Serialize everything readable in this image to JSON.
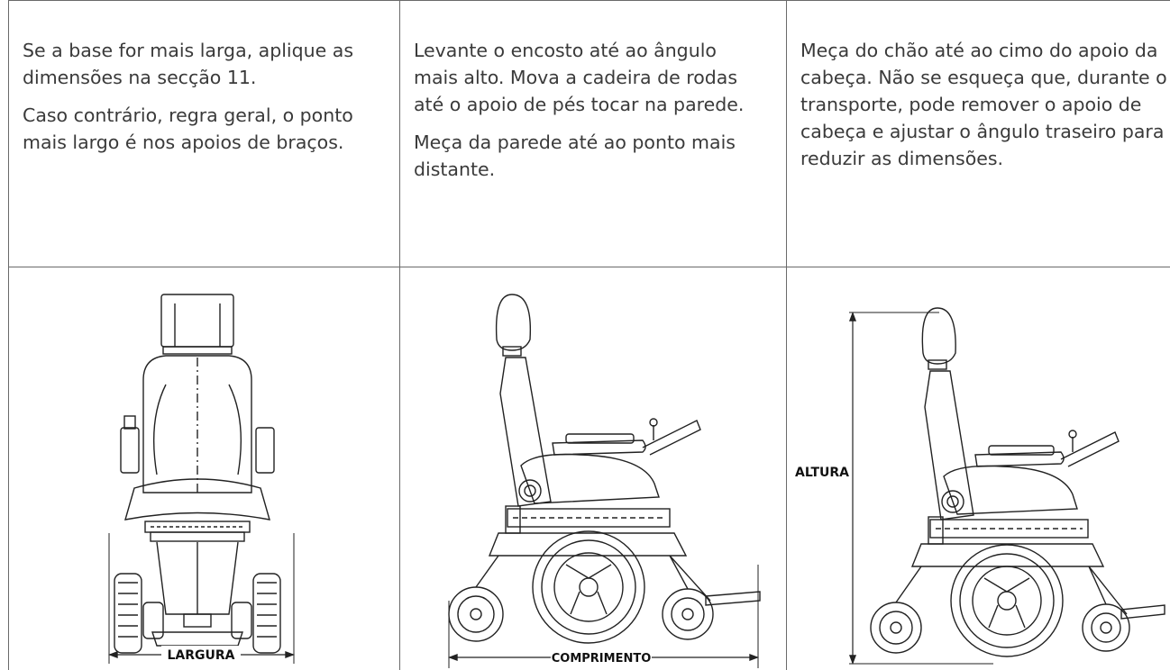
{
  "columns": [
    {
      "paragraphs": [
        "Se a base for mais larga, aplique as dimensões na secção 11.",
        "Caso contrário, regra geral, o ponto mais largo é nos apoios de braços."
      ],
      "dimension_label": "LARGURA"
    },
    {
      "paragraphs": [
        "Levante o encosto até ao ângulo mais alto. Mova a cadeira de rodas até o apoio de pés tocar na parede.",
        "Meça da parede até ao ponto mais distante."
      ],
      "dimension_label": "COMPRIMENTO"
    },
    {
      "paragraphs": [
        "Meça do chão até ao cimo do apoio da cabeça. Não se esqueça que, durante o transporte, pode remover o apoio de cabeça e ajustar o ângulo traseiro para reduzir as dimensões."
      ],
      "dimension_label": "ALTURA"
    }
  ]
}
